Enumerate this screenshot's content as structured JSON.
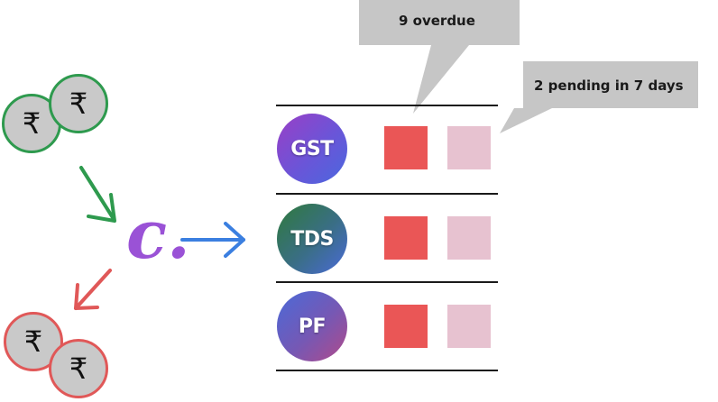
{
  "coins": {
    "symbol": "₹"
  },
  "logo": {
    "text": "c."
  },
  "colors": {
    "inflow": "#2e9a4e",
    "outflow": "#e05858",
    "logo": "#9a52d6",
    "flow_arrow": "#3b7fe0",
    "overdue": "#ea5656",
    "pending": "#e7c2d0",
    "callout": "#c6c6c6"
  },
  "callouts": {
    "overdue": "9 overdue",
    "pending": "2 pending in 7 days"
  },
  "rows": [
    {
      "label": "GST",
      "overdue": true,
      "pending": true
    },
    {
      "label": "TDS",
      "overdue": true,
      "pending": true
    },
    {
      "label": "PF",
      "overdue": true,
      "pending": true
    }
  ]
}
